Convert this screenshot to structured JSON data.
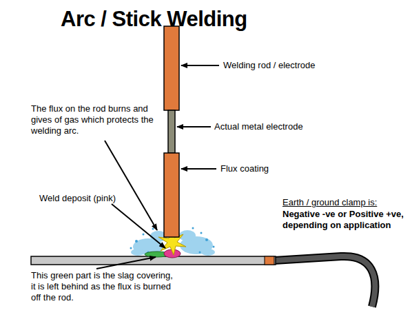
{
  "diagram": {
    "title": "Arc / Stick Welding",
    "labels": [
      "Welding rod / electrode",
      "Actual metal electrode",
      "Flux coating",
      "The flux on the rod burns and gives of gas which protects the welding arc.",
      "Weld deposit (pink)",
      "This green part is the slag covering, it is left behind as the flux is burned off the rod.",
      "Earth / ground clamp is:",
      "Negative -ve or Positive +ve, depending on application"
    ]
  }
}
